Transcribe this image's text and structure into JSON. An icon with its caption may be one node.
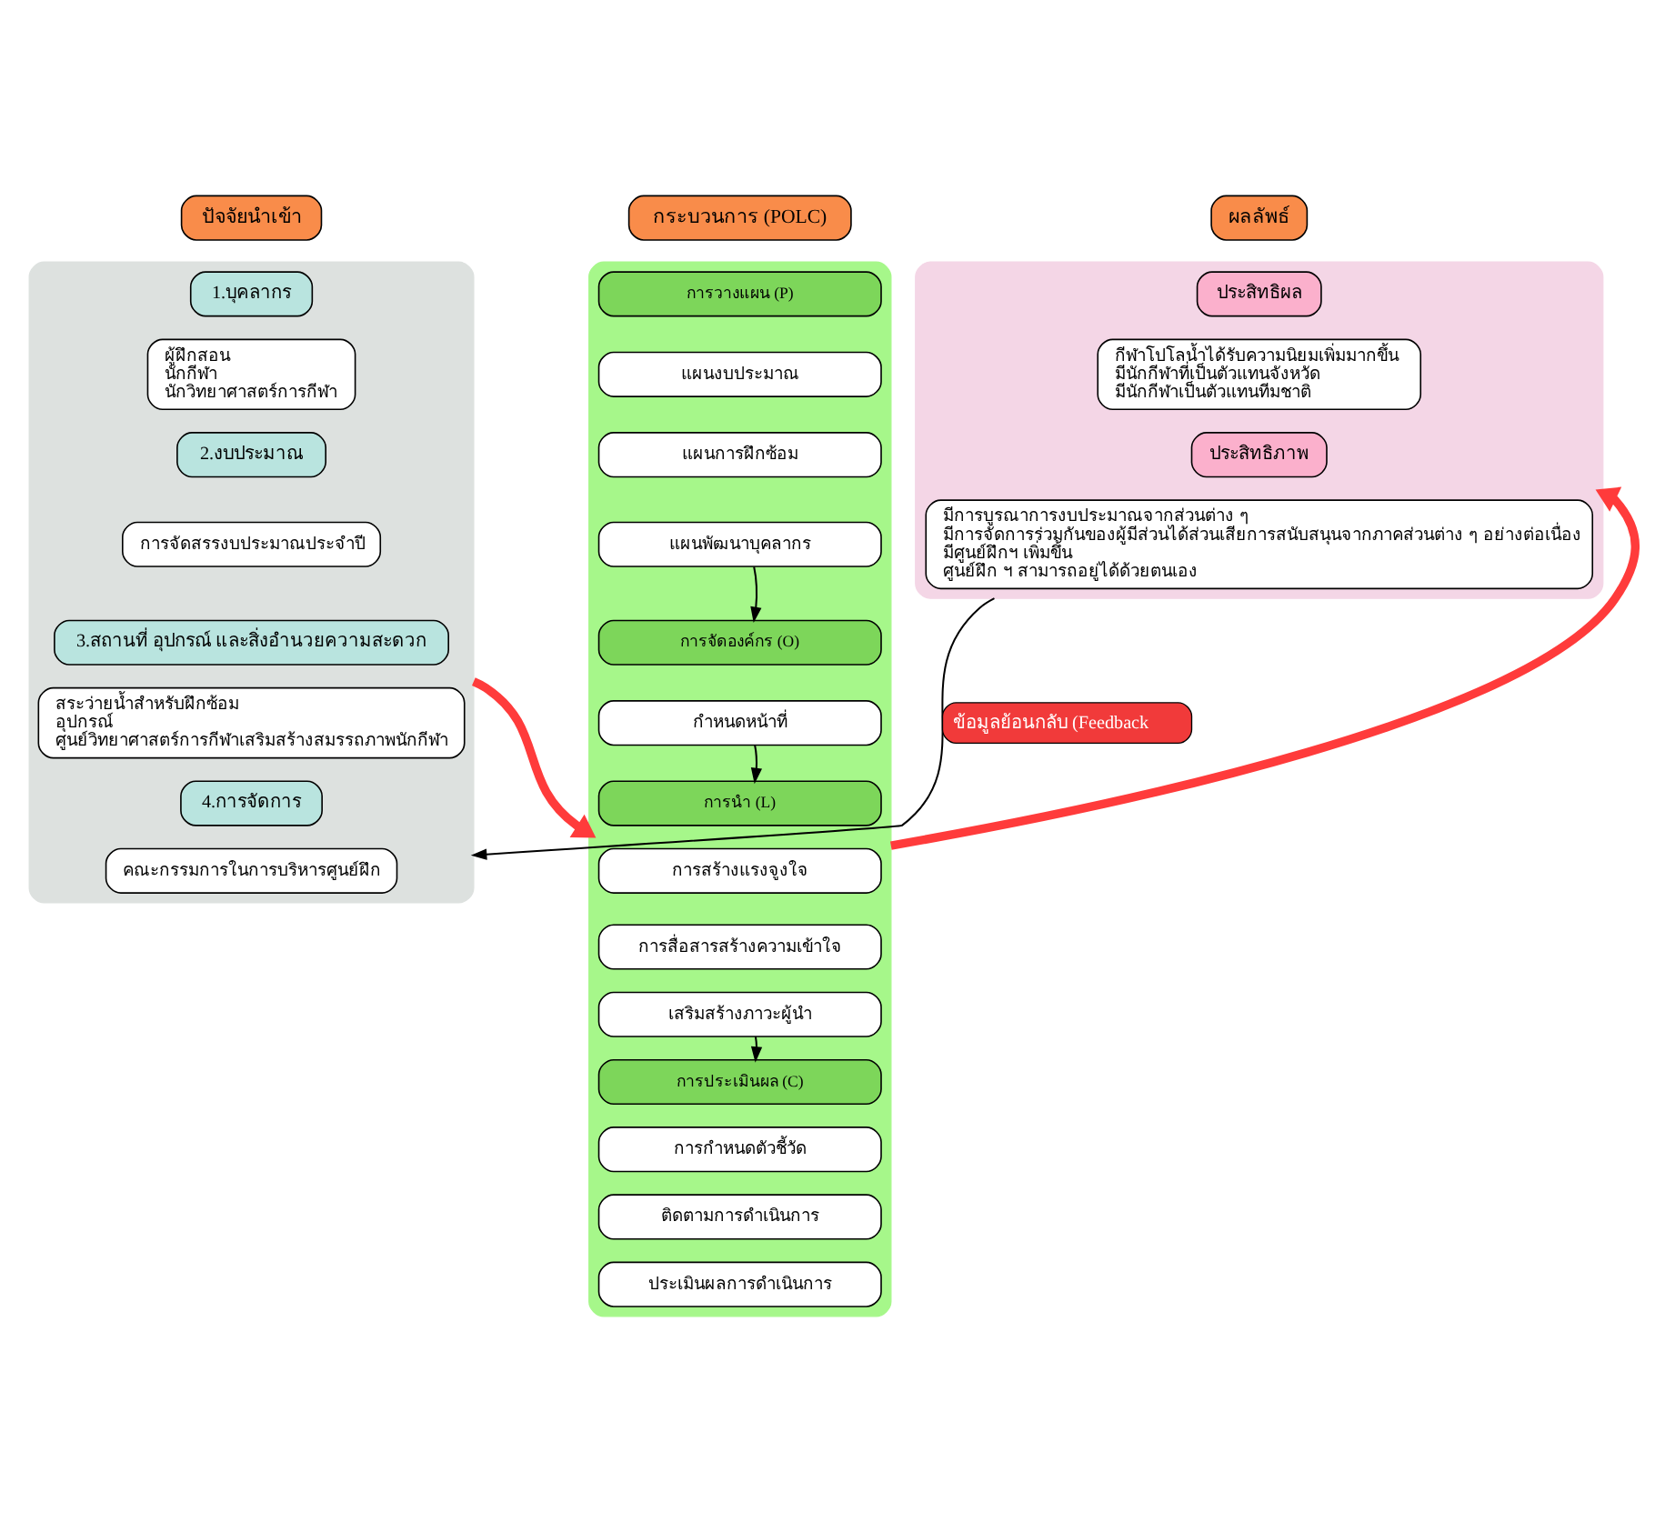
{
  "diagram": {
    "nodes": [
      {
        "text": [
          "ปัจจัยนำเข้า"
        ]
      },
      {
        "text": [],
        "shape": "box"
      },
      {
        "text": [
          "1.บุคลากร"
        ],
        "in": 1
      },
      {
        "text": [
          "ผู้ฝึกสอน",
          "นักกีฬา",
          "นักวิทยาศาสตร์การกีฬา"
        ],
        "in": 1
      },
      {
        "text": [
          "2.งบประมาณ"
        ],
        "in": 1
      },
      {
        "text": [
          "การจัดสรรงบประมาณประจำปี"
        ],
        "in": 1
      },
      {
        "text": [
          "3.สถานที่ อุปกรณ์ และสิ่งอำนวยความสะดวก"
        ],
        "in": 1
      },
      {
        "text": [
          "สระว่ายน้ำสำหรับฝึกซ้อม",
          "อุปกรณ์",
          "ศูนย์วิทยาศาสตร์การกีฬาเสริมสร้างสมรรถภาพนักกีฬา"
        ],
        "in": 1
      },
      {
        "text": [
          "4.การจัดการ"
        ],
        "in": 1
      },
      {
        "text": [
          "คณะกรรมการในการบริหารศูนย์ฝึก"
        ],
        "in": 1
      },
      {
        "text": [
          "กระบวนการ (POLC)"
        ]
      },
      {
        "text": [],
        "shape": "box"
      },
      {
        "text": [
          "การวางแผน (P)"
        ],
        "in": 11
      },
      {
        "text": [
          "แผนงบประมาณ"
        ],
        "in": 11
      },
      {
        "text": [
          "แผนการฝึกซ้อม"
        ],
        "in": 11
      },
      {
        "text": [
          "แผนพัฒนาบุคลากร"
        ],
        "in": 11
      },
      {
        "text": [
          "การจัดองค์กร (O)"
        ],
        "in": 11
      },
      {
        "text": [
          "กำหนดหน้าที่"
        ],
        "in": 11
      },
      {
        "text": [
          "การนำ (L)"
        ],
        "in": 11
      },
      {
        "text": [
          "การสร้างแรงจูงใจ"
        ],
        "in": 11
      },
      {
        "text": [
          "การสื่อสารสร้างความเข้าใจ"
        ],
        "in": 11
      },
      {
        "text": [
          "เสริมสร้างภาวะผู้นำ"
        ],
        "in": 11
      },
      {
        "text": [
          "การประเมินผล (C)"
        ],
        "in": 11
      },
      {
        "text": [
          "การกำหนดตัวชี้วัด"
        ],
        "in": 11
      },
      {
        "text": [
          "ติดตามการดำเนินการ"
        ],
        "in": 11
      },
      {
        "text": [
          "ประเมินผลการดำเนินการ"
        ],
        "in": 11
      },
      {
        "text": [
          "ผลลัพธ์"
        ]
      },
      {
        "text": [],
        "shape": "box"
      },
      {
        "text": [
          "ประสิทธิผล"
        ],
        "in": 27
      },
      {
        "text": [
          "กีฬาโปโลน้ำได้รับความนิยมเพิ่มมากขึ้น",
          "มีนักกีฬาที่เป็นตัวแทนจังหวัด",
          "มีนักกีฬาเป็นตัวแทนทีมชาติ"
        ],
        "in": 27
      },
      {
        "text": [
          "ประสิทธิภาพ"
        ],
        "in": 27
      },
      {
        "text": [
          "มีการบูรณาการงบประมาณจากส่วนต่าง ๆ",
          "มีการจัดการร่วมกันของผู้มีส่วนได้ส่วนเสียการสนับสนุนจากภาคส่วนต่าง ๆ อย่างต่อเนื่อง",
          "มีศูนย์ฝึกฯ เพิ่มขึ้น",
          "ศูนย์ฝึก ฯ สามารถอยู่ได้ด้วยตนเอง"
        ],
        "in": 27
      }
    ],
    "edges": [
      {
        "from": 1,
        "to": 11,
        "arrow": "to",
        "style": "thick",
        "color": "#ff3b3b"
      },
      {
        "from": 11,
        "to": 27,
        "arrow": "to",
        "style": "thick",
        "color": "#ff3b3b"
      },
      {
        "from": 15,
        "to": 16,
        "arrow": "to"
      },
      {
        "from": 17,
        "to": 18,
        "arrow": "to"
      },
      {
        "from": 21,
        "to": 22,
        "arrow": "to"
      },
      {
        "from": 27,
        "to": 1,
        "arrow": "to",
        "label": "ข้อมูลย้อนกลับ (Feedback"
      }
    ]
  }
}
